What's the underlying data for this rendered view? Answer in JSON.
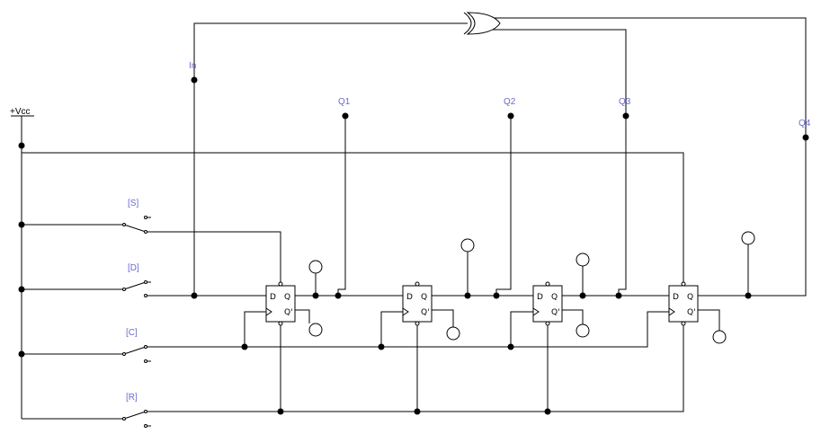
{
  "labels": {
    "vcc": "+Vcc",
    "in": "In",
    "q1": "Q1",
    "q2": "Q2",
    "q3": "Q3",
    "q4": "Q4"
  },
  "switches": {
    "s": "[S]",
    "d": "[D]",
    "c": "[C]",
    "r": "[R]"
  },
  "flipflop_pins": {
    "d": "D",
    "q": "Q",
    "qbar": "Q'"
  },
  "colors": {
    "label": "#6a6ad0",
    "wire": "#000000"
  }
}
